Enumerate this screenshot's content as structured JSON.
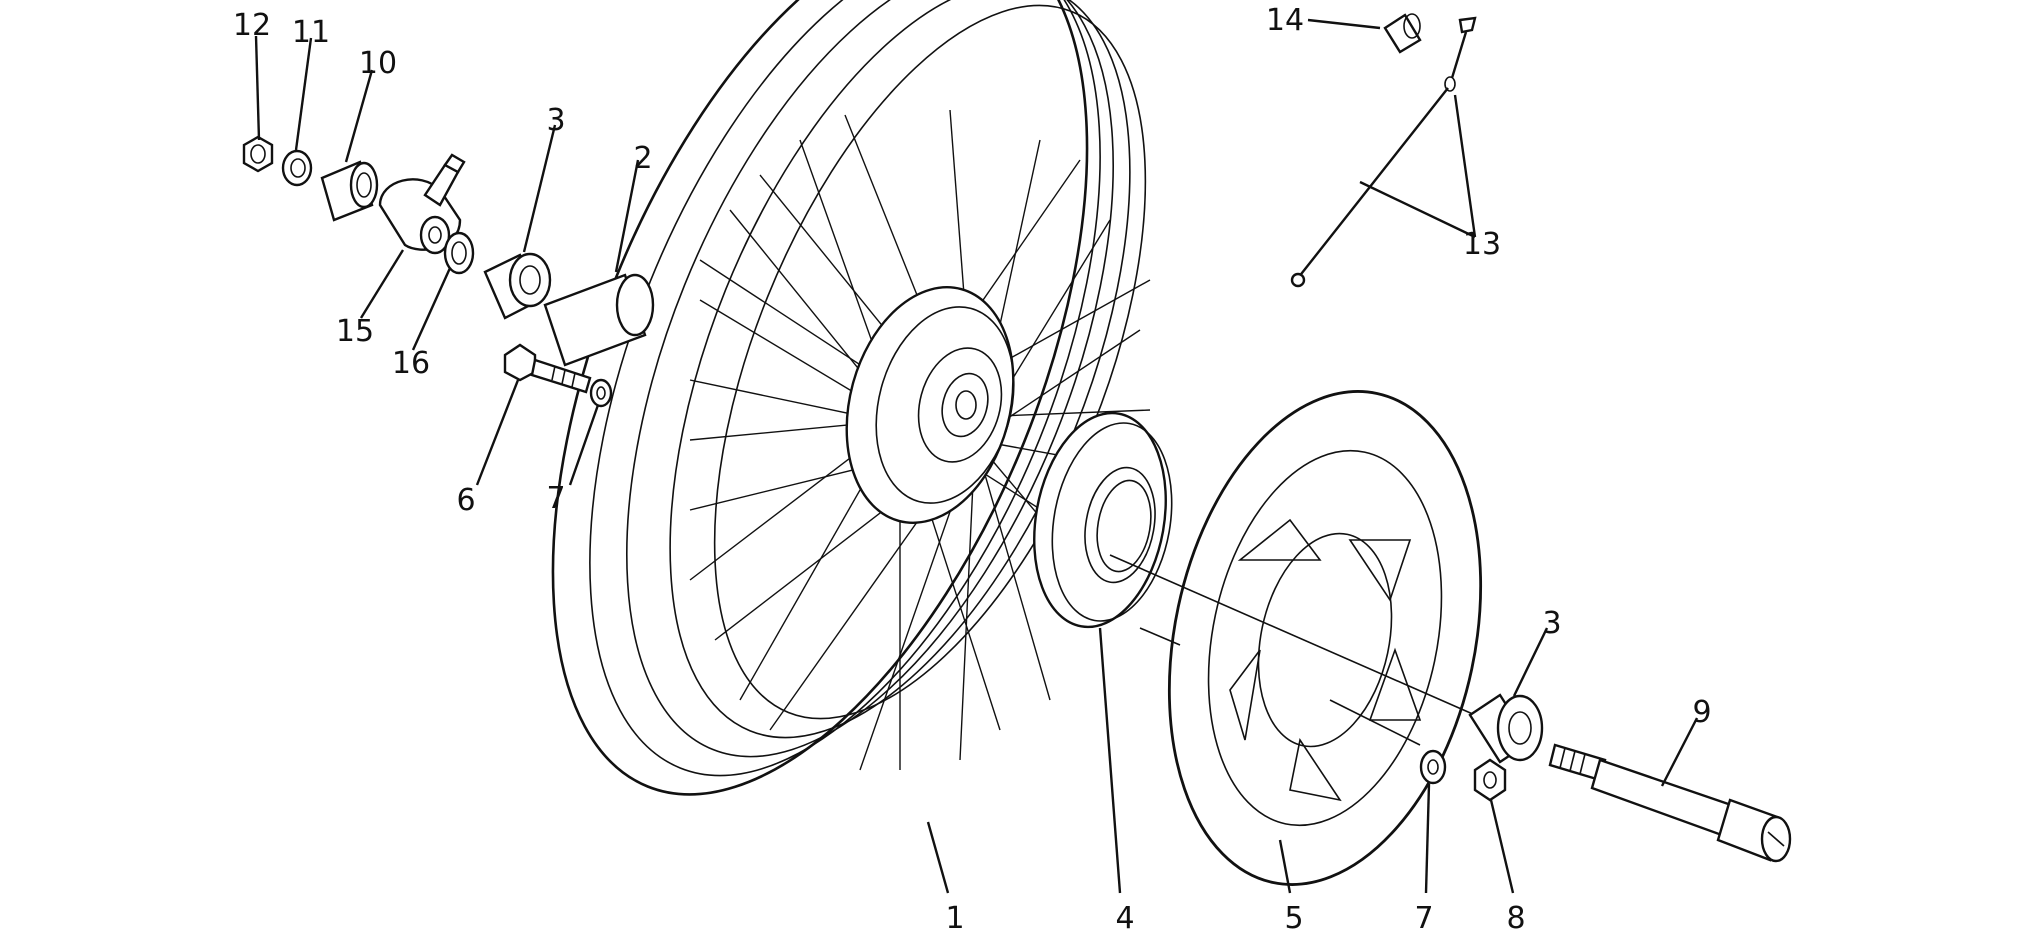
{
  "diagram": {
    "callouts": [
      {
        "id": "c12",
        "text": "12"
      },
      {
        "id": "c11",
        "text": "11"
      },
      {
        "id": "c10",
        "text": "10"
      },
      {
        "id": "c3a",
        "text": "3"
      },
      {
        "id": "c2",
        "text": "2"
      },
      {
        "id": "c15",
        "text": "15"
      },
      {
        "id": "c16",
        "text": "16"
      },
      {
        "id": "c6",
        "text": "6"
      },
      {
        "id": "c7a",
        "text": "7"
      },
      {
        "id": "c14",
        "text": "14"
      },
      {
        "id": "c13",
        "text": "13"
      },
      {
        "id": "c3b",
        "text": "3"
      },
      {
        "id": "c9",
        "text": "9"
      },
      {
        "id": "c1",
        "text": "1"
      },
      {
        "id": "c4",
        "text": "4"
      },
      {
        "id": "c5",
        "text": "5"
      },
      {
        "id": "c7b",
        "text": "7"
      },
      {
        "id": "c8",
        "text": "8"
      }
    ]
  }
}
